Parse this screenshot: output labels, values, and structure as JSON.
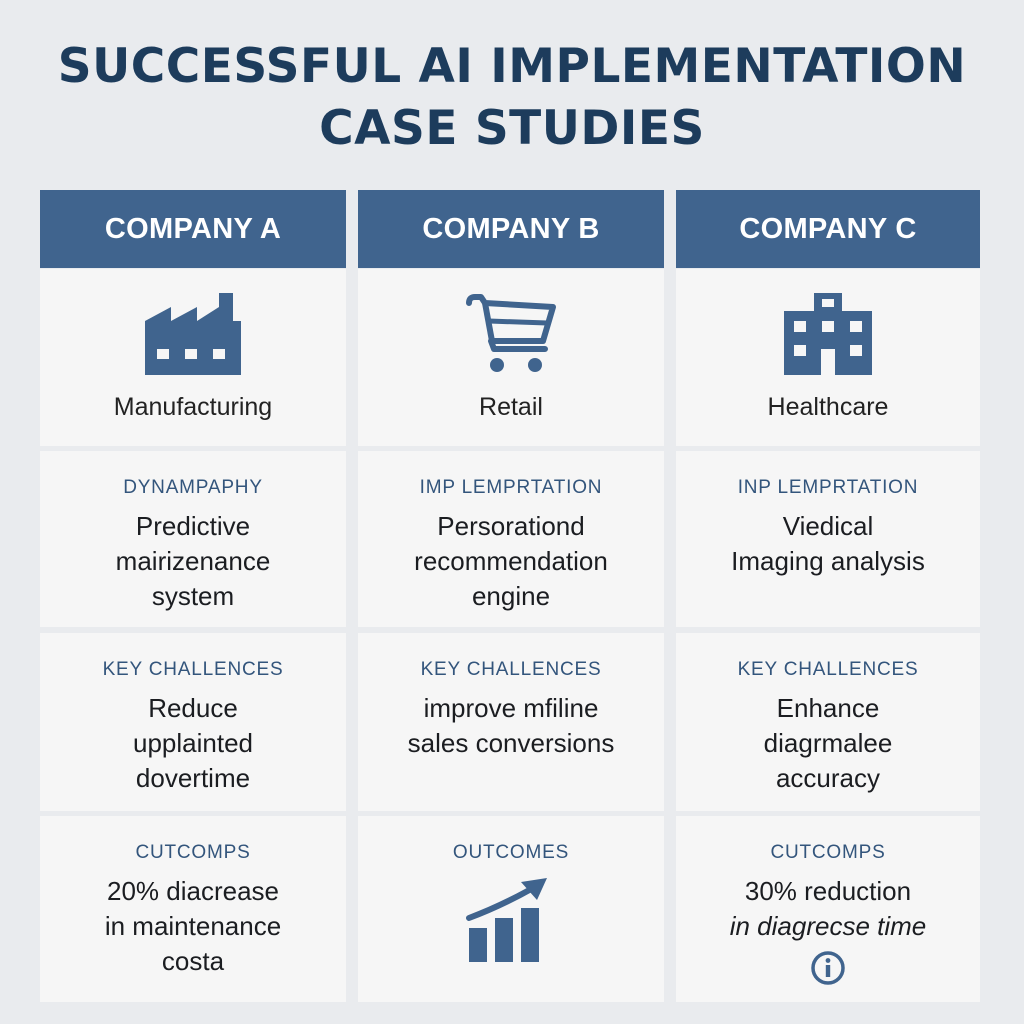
{
  "title": {
    "line1": "SUCCESSFUL AI IMPLEMENTATION",
    "line2": "CASE STUDIES"
  },
  "colors": {
    "header_bg": "#40648e",
    "title": "#1d3c5c",
    "icon": "#40648e",
    "label": "#33557c",
    "background": "#e9ebee",
    "cell": "#f6f6f6"
  },
  "companies": [
    {
      "name": "COMPANY A",
      "icon": "factory-icon",
      "industry": "Manufacturing",
      "impl_label": "DYNAMPAPHY",
      "impl_lines": [
        "Predictive",
        "mairizenance",
        "system"
      ],
      "challenge_label": "KEY CHALLENCES",
      "challenge_lines": [
        "Reduce",
        "upplainted",
        "dovertime"
      ],
      "outcome_label": "CUTCOMPS",
      "outcome_lines": [
        "20% diacrease",
        "in maintenance",
        "costa"
      ]
    },
    {
      "name": "COMPANY B",
      "icon": "shopping-cart-icon",
      "industry": "Retail",
      "impl_label": "IMP LEMPRTATION",
      "impl_lines": [
        "Persorationd",
        "recommendation",
        "engine"
      ],
      "challenge_label": "KEY CHALLENCES",
      "challenge_lines": [
        "improve mfiline",
        "sales conversions"
      ],
      "outcome_label": "OUTCOMES",
      "outcome_icon": "growth-chart-icon"
    },
    {
      "name": "COMPANY C",
      "icon": "hospital-building-icon",
      "industry": "Healthcare",
      "impl_label": "INP LEMPRTATION",
      "impl_lines": [
        "Viedical",
        "Imaging analysis"
      ],
      "challenge_label": "KEY CHALLENCES",
      "challenge_lines": [
        "Enhance",
        "diagrmalee",
        "accuracy"
      ],
      "outcome_label": "CUTCOMPS",
      "outcome_lines": [
        "30% reduction",
        "in diagrecse time"
      ],
      "outcome_icon": "info-icon"
    }
  ]
}
